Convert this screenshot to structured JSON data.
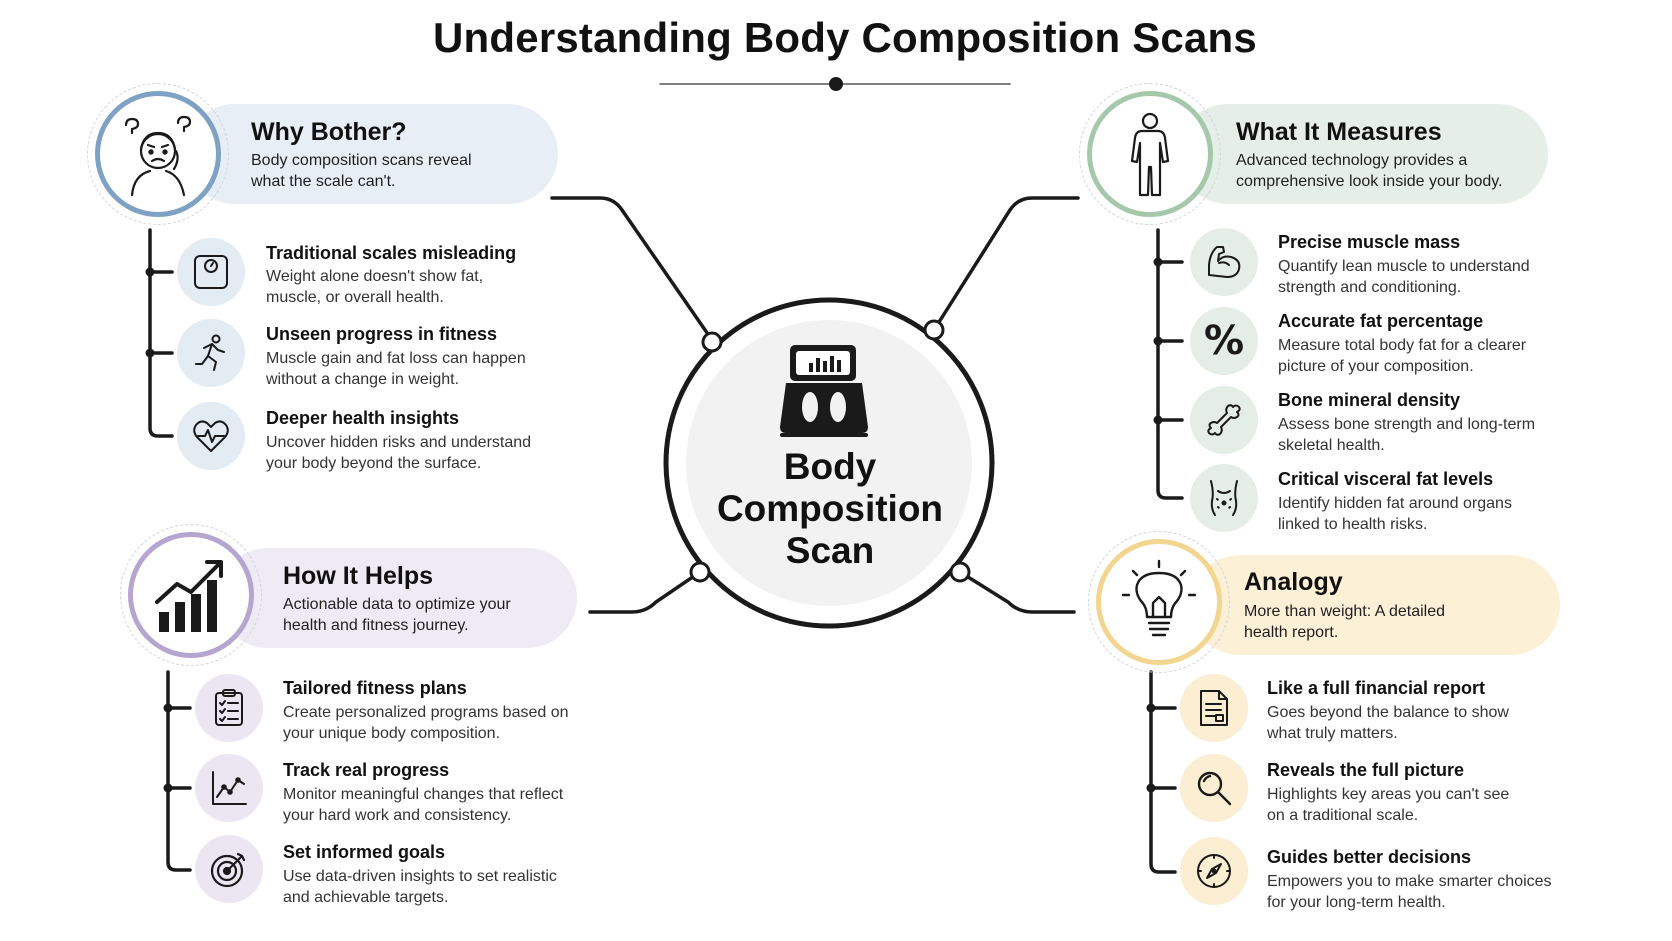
{
  "title": "Understanding Body Composition Scans",
  "center": {
    "label_line1": "Body",
    "label_line2": "Composition",
    "label_line3": "Scan",
    "icon": "scale-icon"
  },
  "colors": {
    "why": "#7fa1c4",
    "how": "#b6a5cf",
    "what": "#a6c8aa",
    "analogy": "#f2d58e",
    "connector": "#1a1a1a"
  },
  "sections": {
    "why": {
      "title": "Why Bother?",
      "desc_line1": "Body composition scans reveal",
      "desc_line2": "what the scale can't.",
      "icon": "confused-person-icon",
      "items": [
        {
          "title": "Traditional scales misleading",
          "line1": "Weight alone doesn't show fat,",
          "line2": "muscle, or overall health.",
          "icon": "bathroom-scale-icon"
        },
        {
          "title": "Unseen progress in fitness",
          "line1": "Muscle gain and fat loss can happen",
          "line2": "without a change in weight.",
          "icon": "runner-icon"
        },
        {
          "title": "Deeper health insights",
          "line1": "Uncover hidden risks and understand",
          "line2": "your body beyond the surface.",
          "icon": "heartbeat-icon"
        }
      ]
    },
    "how": {
      "title": "How It Helps",
      "desc_line1": "Actionable data to optimize your",
      "desc_line2": "health and fitness journey.",
      "icon": "growth-chart-icon",
      "items": [
        {
          "title": "Tailored fitness plans",
          "line1": "Create personalized programs based on",
          "line2": "your unique body composition.",
          "icon": "clipboard-checklist-icon"
        },
        {
          "title": "Track real progress",
          "line1": "Monitor meaningful changes that reflect",
          "line2": "your hard work and consistency.",
          "icon": "line-graph-icon"
        },
        {
          "title": "Set informed goals",
          "line1": "Use data-driven insights to set realistic",
          "line2": "and achievable targets.",
          "icon": "target-icon"
        }
      ]
    },
    "what": {
      "title": "What It Measures",
      "desc_line1": "Advanced technology provides a",
      "desc_line2": "comprehensive look inside your body.",
      "icon": "human-body-icon",
      "items": [
        {
          "title": "Precise muscle mass",
          "line1": "Quantify lean muscle to understand",
          "line2": "strength and conditioning.",
          "icon": "flexed-arm-icon"
        },
        {
          "title": "Accurate fat percentage",
          "line1": "Measure total body fat for a clearer",
          "line2": "picture of your composition.",
          "icon": "percent-icon",
          "glyph": "%"
        },
        {
          "title": "Bone mineral density",
          "line1": "Assess bone strength and long-term",
          "line2": "skeletal health.",
          "icon": "bone-icon"
        },
        {
          "title": "Critical visceral fat levels",
          "line1": "Identify hidden fat around organs",
          "line2": "linked to health risks.",
          "icon": "torso-icon"
        }
      ]
    },
    "analogy": {
      "title": "Analogy",
      "desc_line1": "More than weight: A detailed",
      "desc_line2": "health report.",
      "icon": "lightbulb-icon",
      "items": [
        {
          "title": "Like a full financial report",
          "line1": "Goes beyond the balance to show",
          "line2": "what truly matters.",
          "icon": "report-document-icon"
        },
        {
          "title": "Reveals the full picture",
          "line1": "Highlights key areas you can't see",
          "line2": "on a traditional scale.",
          "icon": "magnifier-icon"
        },
        {
          "title": "Guides better decisions",
          "line1": "Empowers you to make smarter choices",
          "line2": "for your long-term health.",
          "icon": "compass-icon"
        }
      ]
    }
  }
}
